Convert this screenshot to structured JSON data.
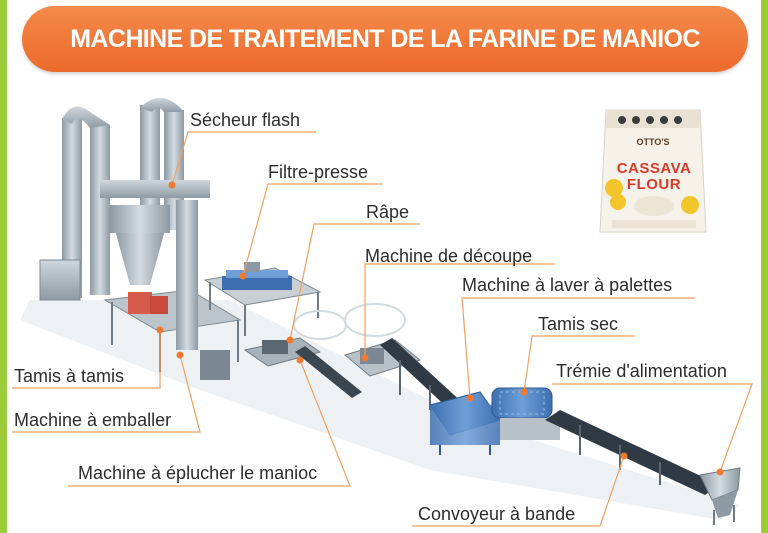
{
  "title": "MACHINE DE TRAITEMENT DE LA FARINE DE MANIOC",
  "labels": {
    "flash_dryer": "Sécheur flash",
    "filter_press": "Filtre-presse",
    "grater": "Râpe",
    "cutting_machine": "Machine de découpe",
    "paddle_washer": "Machine à laver à palettes",
    "dry_sieve": "Tamis sec",
    "feed_hopper": "Trémie d'alimentation",
    "sieve": "Tamis à tamis",
    "packing_machine": "Machine à emballer",
    "peeling_machine": "Machine à éplucher le manioc",
    "belt_conveyor": "Convoyeur à bande"
  },
  "product": {
    "brand": "OTTO'S",
    "name_line1": "CASSAVA",
    "name_line2": "FLOUR"
  },
  "colors": {
    "banner": "#ef7636",
    "leader_line": "#f0a060",
    "leader_dot": "#f07a30",
    "frame": "#9ccc3a",
    "machine_metal": "#a9b4bc",
    "machine_blue": "#4a7fc0"
  }
}
